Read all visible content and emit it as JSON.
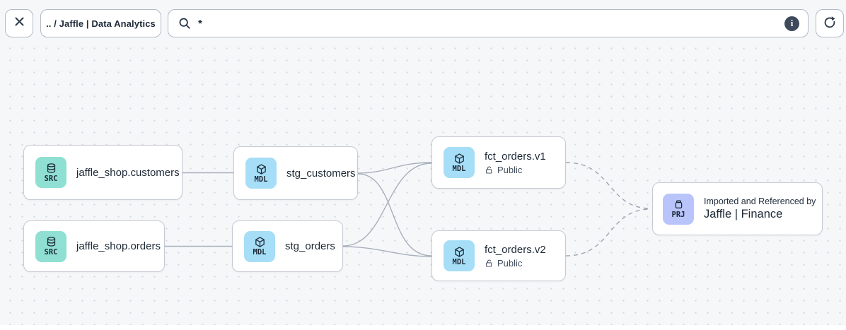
{
  "toolbar": {
    "breadcrumb": ".. / Jaffle | Data Analytics",
    "search": {
      "value": "*"
    },
    "info_label": "i"
  },
  "colors": {
    "src_badge": "#8fe0d3",
    "mdl_badge": "#a6def7",
    "prj_badge": "#b9c4fa",
    "node_border": "#c6cad2",
    "edge_solid": "#a7b0bc",
    "edge_dashed": "#9da7b2",
    "canvas_bg": "#f6f7f9",
    "text_dark": "#1d2936"
  },
  "nodes": [
    {
      "badge": "SRC",
      "title": "jaffle_shop.customers"
    },
    {
      "badge": "SRC",
      "title": "jaffle_shop.orders"
    },
    {
      "badge": "MDL",
      "title": "stg_customers"
    },
    {
      "badge": "MDL",
      "title": "stg_orders"
    },
    {
      "badge": "MDL",
      "title": "fct_orders.v1",
      "access": "Public"
    },
    {
      "badge": "MDL",
      "title": "fct_orders.v2",
      "access": "Public"
    },
    {
      "badge": "PRJ",
      "subtitle": "Imported and Referenced by",
      "title": "Jaffle | Finance"
    }
  ],
  "edges": [
    {
      "from": "jaffle_shop.customers",
      "to": "stg_customers",
      "style": "solid"
    },
    {
      "from": "jaffle_shop.orders",
      "to": "stg_orders",
      "style": "solid"
    },
    {
      "from": "stg_customers",
      "to": "fct_orders.v1",
      "style": "solid"
    },
    {
      "from": "stg_customers",
      "to": "fct_orders.v2",
      "style": "solid"
    },
    {
      "from": "stg_orders",
      "to": "fct_orders.v1",
      "style": "solid"
    },
    {
      "from": "stg_orders",
      "to": "fct_orders.v2",
      "style": "solid"
    },
    {
      "from": "fct_orders.v1",
      "to": "jaffle_finance",
      "style": "dashed"
    },
    {
      "from": "fct_orders.v2",
      "to": "jaffle_finance",
      "style": "dashed"
    }
  ]
}
